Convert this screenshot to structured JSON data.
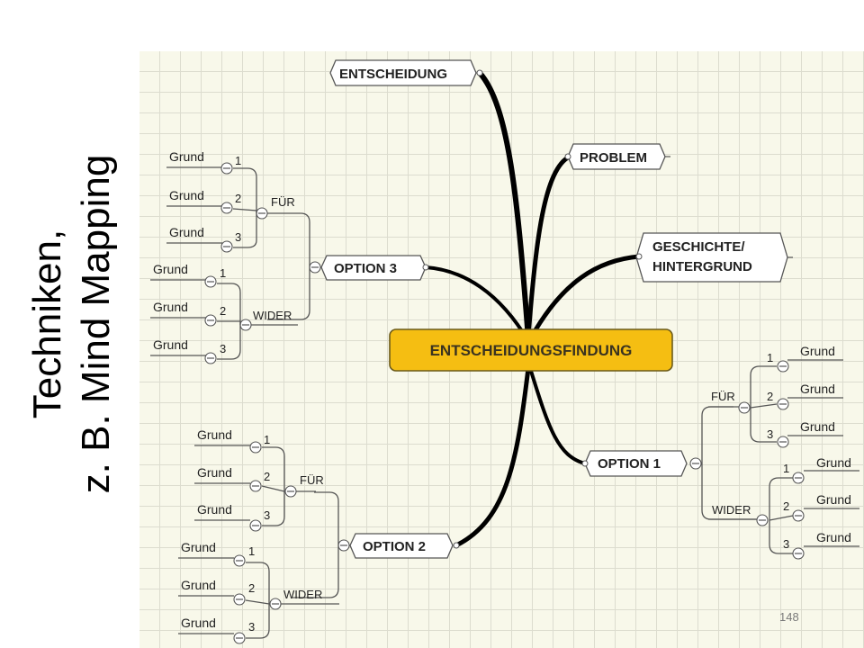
{
  "slide": {
    "title_line1": "Techniken,",
    "title_line2": "z. B. Mind Mapping",
    "page_number": "148"
  },
  "mindmap": {
    "central": "ENTSCHEIDUNGSFINDUNG",
    "entscheidung": "ENTSCHEIDUNG",
    "problem": "PROBLEM",
    "geschichte_line1": "GESCHICHTE/",
    "geschichte_line2": "HINTERGRUND",
    "option1": "OPTION 1",
    "option2": "OPTION 2",
    "option3": "OPTION 3",
    "fuer": "FÜR",
    "wider": "WIDER",
    "grund": "Grund",
    "num1": "1",
    "num2": "2",
    "num3": "3"
  },
  "colors": {
    "central_fill": "#f5be12",
    "grid_background": "#f8f8ea"
  }
}
